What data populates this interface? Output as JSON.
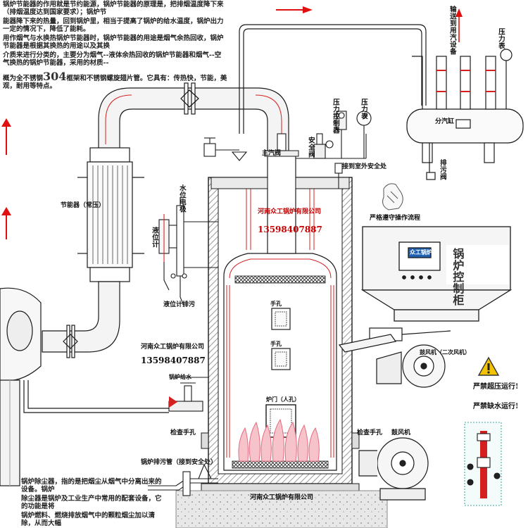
{
  "intro": {
    "line1": "锅炉节能器的作用就是节约能源，锅炉节能器的原理是，把排烟温度降下来（排烟温度达到国家要求）；锅炉节",
    "line2": "能器降下来的热量，回到锅炉里，相当于提高了锅炉的给水温度，锅炉出力一定的情况下，降低了能耗。",
    "line3": "用作烟气与水换热锅炉节能器时，锅炉节能器的用途是烟气余热回收，锅炉节能器是根据其换热的用途以及其换",
    "line4": "介质来进行分类的，主要分为烟气--液体余热回收的锅炉节能器和烟气--空气换热的锅炉节能器，采用的材质--",
    "line5_pre": "概为全不锈钢",
    "line5_num": "304",
    "line5_post": "框架和不锈钢螺旋翅片管。它具有：传热快，节能，美观，耐用等特点。"
  },
  "labels": {
    "delivery": "输送到用汽设备",
    "pressure_gauge_right": "压力表",
    "steam_header": "分汽缸",
    "drain_valve": "排污阀",
    "pressure_controller": "压力控制器",
    "pressure_gauge": "压力表",
    "safety_valve": "安全阀",
    "main_steam_valve": "主汽阀",
    "to_safety_pipe": "接到室外安全处",
    "economizer": "节能器（常压）",
    "water_level_electrode": "水位电极",
    "level_gauge": "液位计",
    "level_gauge_drain": "液位计排污",
    "strict_flow": "严格遵守操作流程",
    "control_cabinet": "锅炉控制柜",
    "company_a": "河南众工锅炉有限公司",
    "phone_a": "13598407887",
    "company_b": "河南众工锅炉有限公司",
    "phone_b": "13598407887",
    "company_c": "河南众工锅炉有限公司",
    "hand_hole_top": "手孔",
    "hand_hole_mid": "手孔",
    "fire_door": "炉门（人孔）",
    "feed_water": "锅炉给水",
    "inspect_hole_left": "检查手孔",
    "inspect_hole_right": "检查手孔",
    "blowdown": "锅炉排污管（接到安全处）",
    "fan_secondary": "鼓风机（二次风机）",
    "fan_primary": "鼓风机",
    "warn_overpressure": "严禁超压运行!",
    "warn_lackwater": "严禁缺水运行!",
    "panel_title": "众工锅炉"
  },
  "dedust": {
    "line1": "锅炉除尘器，指的是把烟尘从烟气中分离出来的设备。锅炉",
    "line2": "除尘器是锅炉及工业生产中常用的配套设备，它的功能是将",
    "line3": "锅炉燃料、燃烧排放烟气中的颗粒烟尘加以清除，从而大幅"
  },
  "colors": {
    "line": "#1a1a1a",
    "pipe_red": "#d42020",
    "arrow_red": "#e01010",
    "fill_gray": "#ececec",
    "flame": "#f07a88",
    "panel_blue": "#1f5fb0",
    "warn_yellow": "#f3c200",
    "insulation": "#d9d9d9"
  },
  "icons": {
    "warning": "warning-triangle-icon",
    "hand": "hand-icon"
  }
}
